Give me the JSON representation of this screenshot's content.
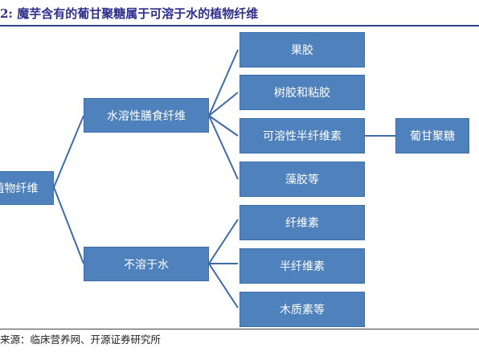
{
  "title": "2:  魔芋含有的葡甘聚糖属于可溶于水的植物纤维",
  "source": "来源：临床营养网、开源证券研究所",
  "diagram": {
    "root": "植物纤维",
    "soluble": {
      "label": "水溶性膳食纤维",
      "children": [
        "果胶",
        "树胶和粘胶",
        "可溶性半纤维素",
        "藻胶等"
      ],
      "extra": "葡甘聚糖"
    },
    "insoluble": {
      "label": "不溶于水",
      "children": [
        "纤维素",
        "半纤维素",
        "木质素等"
      ]
    }
  },
  "colors": {
    "node": "#4f81bd",
    "border": "#3f6ea7",
    "line": "#3e6ba8",
    "title": "#2f2f8f"
  }
}
